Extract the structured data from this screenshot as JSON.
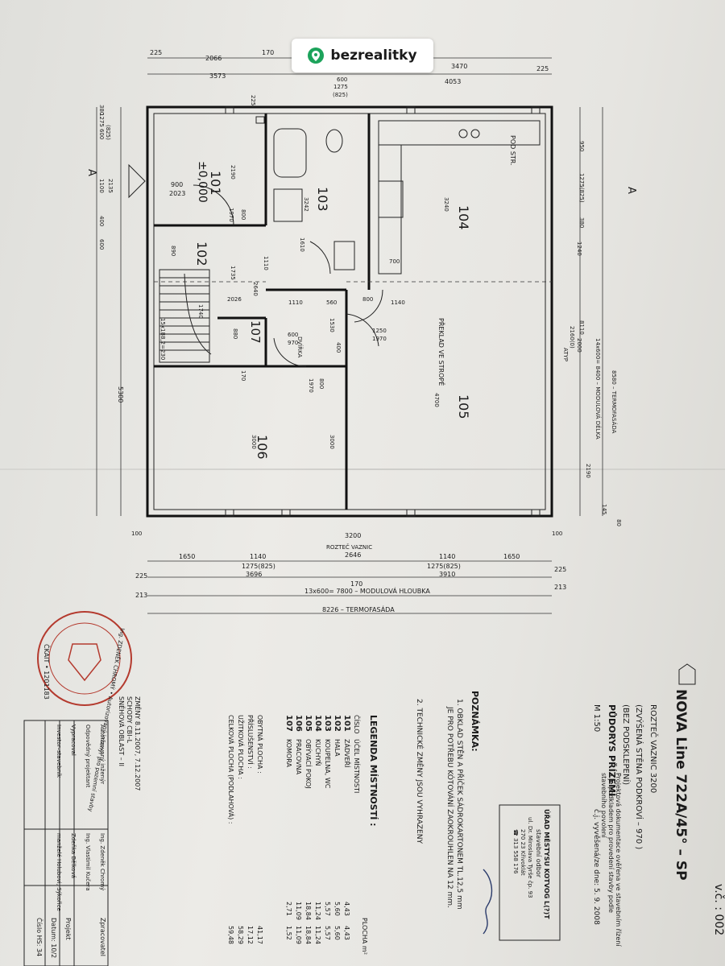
{
  "watermark": {
    "brand": "bezrealitky",
    "icon": "location-pin-icon",
    "brand_color": "#1ca35b"
  },
  "corner": {
    "version": "v.č. : 002"
  },
  "title_block": {
    "title": "NOVA Line 722A/45° – SP",
    "rafter_spacing": "ROZTEČ VAZNIC 3200",
    "raised_wall": "(ZVÝŠENÁ STĚNA PODKROVÍ – 970 )",
    "without_cellar": "(BEZ PODSKLEPENÍ)",
    "plan_name": "PŮDORYS PŘÍZEMÍ",
    "scale": "M 1:50"
  },
  "stamp_office": {
    "line1": "ÚŘAD MĚSTYSU KOTVOG L(?)T",
    "line2": "stavební odbor",
    "line3": "ul. Dr. Miroslava Tyrše čp. 93",
    "line4": "270 23 Křivoklát",
    "line5": "☎ 313 558 176",
    "handwritten_1": "Projektová dokumentace ověřena ve stavebním řízení",
    "handwritten_2": "a je podkladem pro provedení stavby podle",
    "handwritten_3": "stavebního povolení",
    "handwritten_4": "č.j. vyvěšená/ze dne: 5. 9. 2008"
  },
  "notes": {
    "heading": "POZNÁMKA:",
    "n1a": "1. OBKLAD STĚN A PŘÍČEK SÁDROKARTONEM TL.12,5 mm",
    "n1b": "JE PRO POTŘEBU KÓTOVÁNÍ ZAOKROUHLEN NA 12 mm.",
    "n2": "2. TECHNICKÉ ZMĚNY JSOU VYHRAZENY"
  },
  "legend": {
    "heading": "LEGENDA MÍSTNOSTÍ :",
    "col_no": "ČÍSLO",
    "col_purpose": "ÚČEL MÍSTNOSTI",
    "col_area": "PLOCHA m²",
    "rooms": [
      {
        "no": "101",
        "name": "ZÁDVEŘÍ",
        "a1": "4,43",
        "a2": "4,43"
      },
      {
        "no": "102",
        "name": "HALA",
        "a1": "5,60",
        "a2": "5,60"
      },
      {
        "no": "103",
        "name": "KOUPELNA, WC",
        "a1": "5,57",
        "a2": "5,57"
      },
      {
        "no": "104",
        "name": "KUCHYŇ",
        "a1": "11,24",
        "a2": "11,24"
      },
      {
        "no": "105",
        "name": "OBÝVACÍ POKOJ",
        "a1": "18,84",
        "a2": "18,84"
      },
      {
        "no": "106",
        "name": "PRACOVNA",
        "a1": "11,09",
        "a2": "11,09"
      },
      {
        "no": "107",
        "name": "KOMORA",
        "a1": "2,71",
        "a2": "1,52"
      }
    ],
    "sums": [
      {
        "label": "OBYTNÁ PLOCHA :",
        "value": "41,17"
      },
      {
        "label": "PŘÍSLUŠENSTVÍ :",
        "value": "17,12"
      },
      {
        "label": "UŽITKOVÁ PLOCHA :",
        "value": "58,29"
      },
      {
        "label": "CELKOVÁ PLOCHA (PODLAHOVÁ) :",
        "value": "59,48"
      }
    ]
  },
  "changes": {
    "l1": "ZMĚNY 8.11.2007, 7.12.2007",
    "l2": "SCHODY CBI–L",
    "l3": "SNĚHOVÁ OBLAST – II"
  },
  "signature_table": {
    "rows": [
      {
        "label": "Autorizovaný inženýr",
        "value": "Ing. Zdeněk Chromý"
      },
      {
        "label": "Odpovědný projektant",
        "value": "Ing. Vlastimil Kučera"
      },
      {
        "label": "Vypracoval",
        "value": "Zdeňka Bělková"
      },
      {
        "label": "Investor–stavebník",
        "value": "manželé Holubovi, Sýkořice"
      }
    ],
    "right_col": [
      "Zpracovatel",
      "Projekt",
      "Datum: 10/2",
      "Číslo HS: 34"
    ]
  },
  "round_stamp": {
    "ring_text": "Ing. ZDENĚK CHROMÝ • Autorizovaný inženýr pro pozemní stavby",
    "bottom_text": "ČKAIT • 1201183",
    "color": "#b43a2e"
  },
  "plan": {
    "rooms": [
      {
        "no": "101"
      },
      {
        "no": "102"
      },
      {
        "no": "103"
      },
      {
        "no": "104"
      },
      {
        "no": "105"
      },
      {
        "no": "106"
      },
      {
        "no": "107"
      }
    ],
    "level": "±0,000",
    "labels": {
      "pod_str": "POD STR.",
      "preklad": "PŘEKLAD VE STROPĚ",
      "atyp": "ATYP",
      "stairs": "15x188,2=230",
      "dvirka": "DVÍŘKA",
      "section_a": "A",
      "section_a2": "A"
    },
    "dims_top": {
      "t225a": "225",
      "t2066": "2066",
      "t170": "170",
      "t3470": "3470",
      "t225b": "225",
      "t3573": "3573",
      "t4053": "4053",
      "t600": "600",
      "t1275": "1275",
      "t825": "(825)"
    },
    "dims_left": {
      "l380": "380",
      "l600": "600",
      "l1100": "1100",
      "l2135": "2135",
      "l400": "400",
      "l600b": "600",
      "l5300": "5300",
      "l900": "900",
      "l2023": "2023",
      "l890": "890",
      "l1275": "1275",
      "l825": "(825)",
      "l225": "225"
    },
    "dims_right": {
      "r8580": "8580 – TERMOFASÁDA",
      "r8400": "14x600= 8400 – MODULOVÁ DÉLKA",
      "r8110": "8110",
      "r1240": "1240",
      "r2000": "2000",
      "r2160": "2160(0)",
      "r2190": "2190",
      "r145": "145",
      "r80": "80",
      "r950": "950",
      "r380": "380",
      "r1275": "1275(825)"
    },
    "dims_interior": {
      "i3240": "3240",
      "i4700": "4700",
      "i3000": "3000",
      "i3000b": "3000",
      "i2190": "2190",
      "i1970": "1970",
      "i800": "800",
      "i1110": "1110",
      "i1735": "1735",
      "i2640": "2640",
      "i2026": "2026",
      "i1110b": "1110",
      "i560": "560",
      "i800b": "800",
      "i1140": "1140",
      "i1530": "1530",
      "i1250": "1250",
      "i1970b": "1970",
      "i700": "700",
      "i600": "600",
      "i970": "970",
      "i800c": "800",
      "i1970c": "1970",
      "i170": "170",
      "i1740": "1740",
      "i880": "880",
      "i400": "400",
      "i3242": "3242",
      "i1610": "1610"
    },
    "dims_bottom": {
      "b3200": "3200",
      "b_roztec": "ROZTEČ VAZNIC",
      "b2646": "2646",
      "b1650a": "1650",
      "b1140a": "1140",
      "b1140b": "1140",
      "b1650b": "1650",
      "b1275a": "1275(825)",
      "b1275b": "1275(825)",
      "b3696": "3696",
      "b3910": "3910",
      "b170": "170",
      "b225a": "225",
      "b225b": "225",
      "b7800": "13x600= 7800 – MODULOVÁ HLOUBKA",
      "b213a": "213",
      "b213b": "213",
      "b8226": "8226 – TERMOFASÁDA",
      "b100a": "100",
      "b100b": "100"
    }
  }
}
